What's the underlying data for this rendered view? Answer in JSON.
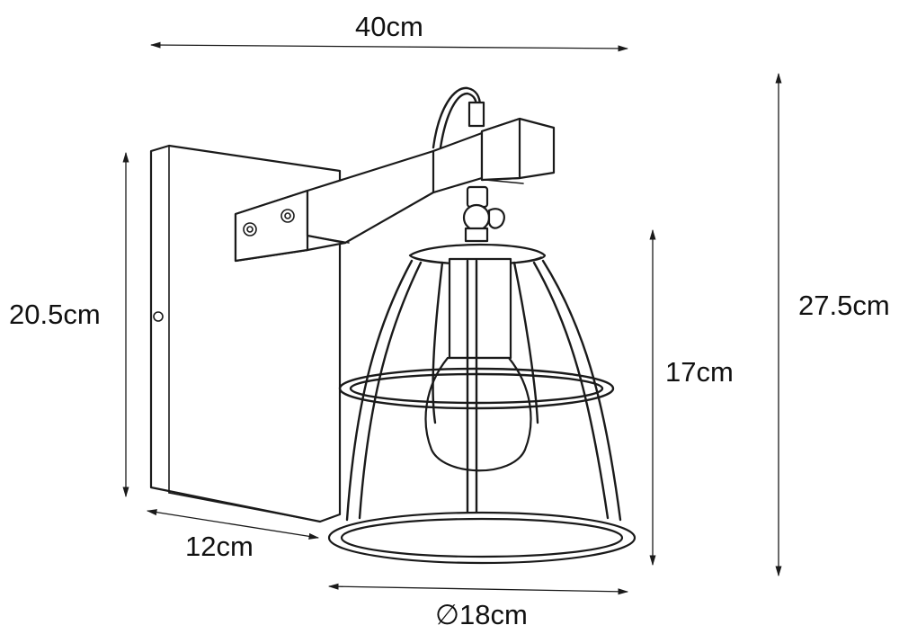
{
  "dimensions": {
    "width_total": "40cm",
    "height_mount": "20.5cm",
    "height_total": "27.5cm",
    "height_shade": "17cm",
    "depth_mount": "12cm",
    "diameter_shade": "∅18cm"
  },
  "colors": {
    "line": "#1a1a1a",
    "background": "#ffffff"
  }
}
